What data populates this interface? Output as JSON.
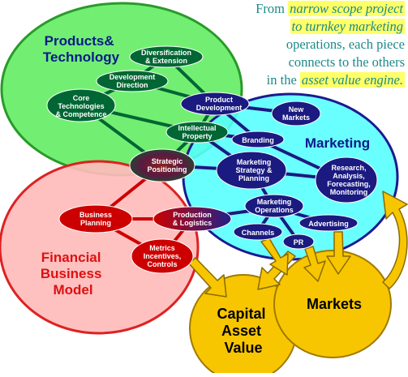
{
  "tagline": {
    "line1_plain": "From ",
    "line1_hl": "narrow scope project",
    "line2_hl": "to turnkey marketing",
    "line3_plain": "operations, each piece",
    "line4_plain": "connects to the others",
    "line5_plain": "in the ",
    "line5_hl": "asset value engine."
  },
  "regions": {
    "products": [
      "Products&",
      "Technology"
    ],
    "marketing": [
      "Marketing"
    ],
    "financial": [
      "Financial",
      "Business",
      "Model"
    ],
    "capital": [
      "Capital",
      "Asset",
      "Value"
    ],
    "markets": [
      "Markets"
    ]
  },
  "nodes": {
    "diversification": [
      "Diversification",
      "& Extension"
    ],
    "development_direction": [
      "Development",
      "Direction"
    ],
    "core_technologies": [
      "Core",
      "Technologies",
      "& Competence"
    ],
    "product_development": [
      "Product",
      "Development"
    ],
    "new_markets": [
      "New",
      "Markets"
    ],
    "intellectual_property": [
      "Intellectual",
      "Property"
    ],
    "branding": [
      "Branding"
    ],
    "strategic_positioning": [
      "Strategic",
      "Positioning"
    ],
    "marketing_strategy": [
      "Marketing",
      "Strategy &",
      "Planning"
    ],
    "research": [
      "Research,",
      "Analysis,",
      "Forecasting,",
      "Monitoring"
    ],
    "business_planning": [
      "Business",
      "Planning"
    ],
    "production_logistics": [
      "Production",
      "& Logistics"
    ],
    "marketing_operations": [
      "Marketing",
      "Operations"
    ],
    "advertising": [
      "Advertising"
    ],
    "channels": [
      "Channels"
    ],
    "pr": [
      "PR"
    ],
    "metrics": [
      "Metrics",
      "Incentives,",
      "Controls"
    ]
  },
  "colors": {
    "products_fill": "#66ee66",
    "marketing_fill": "#55ffff",
    "financial_fill": "#ffbbbb",
    "gold": "#f7c600",
    "green_node": "#006633",
    "navy_node": "#1a1a80",
    "red_node": "#cc0000",
    "tagline_text": "#1d8a8a",
    "highlight": "#ffff66"
  }
}
